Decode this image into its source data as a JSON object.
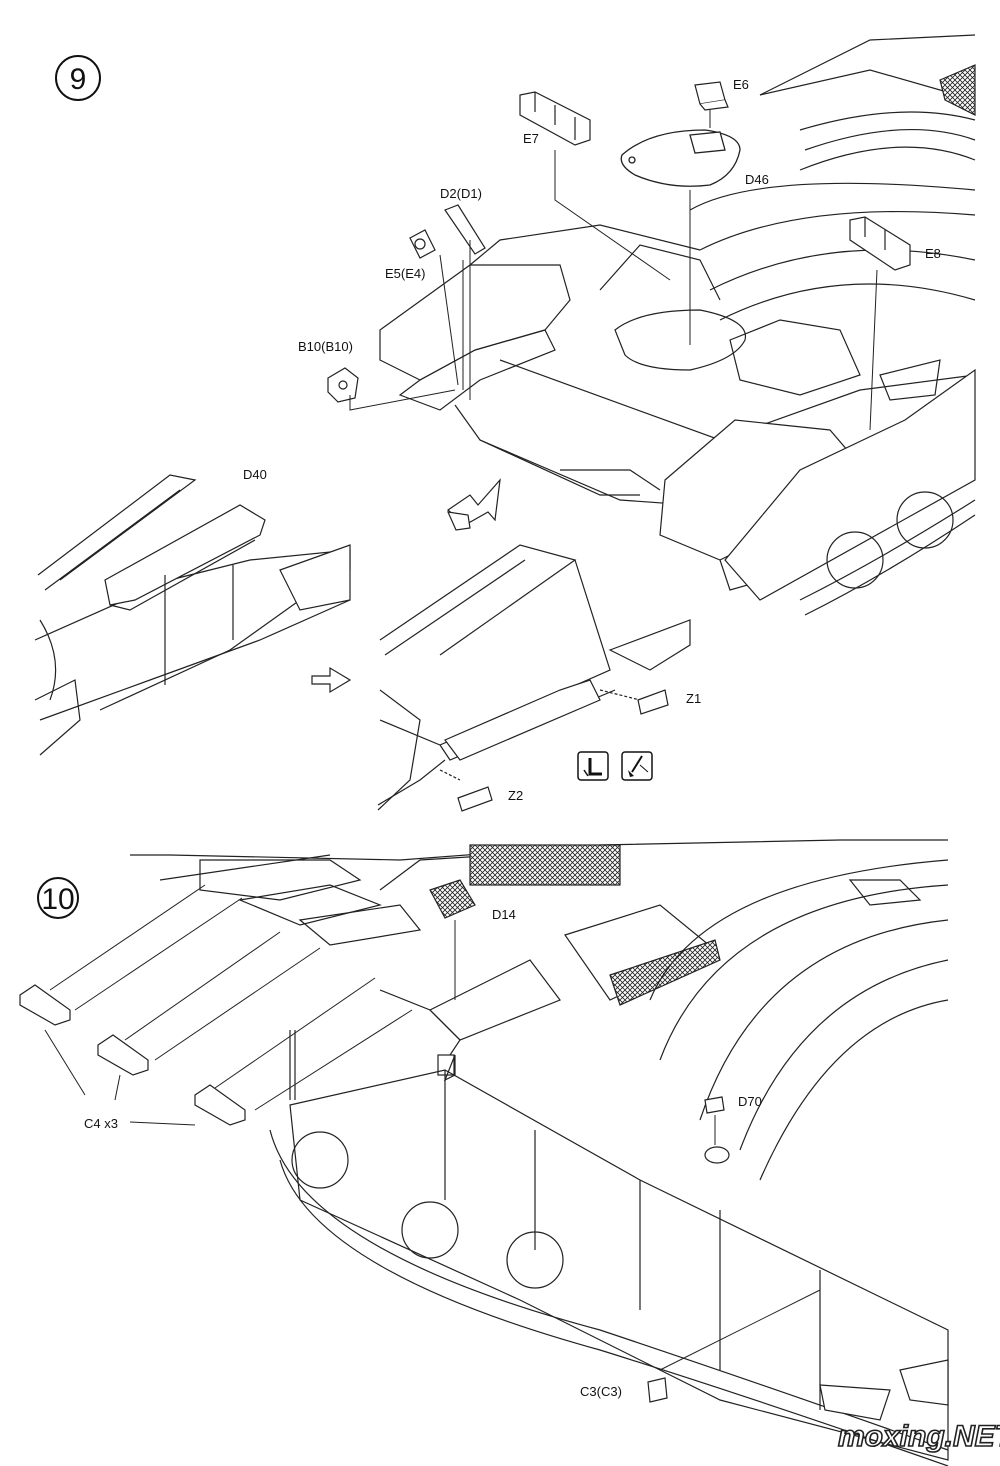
{
  "steps": {
    "step9": {
      "number": "9",
      "labels": {
        "e6": "E6",
        "e7": "E7",
        "d46": "D46",
        "d2": "D2(D1)",
        "e5": "E5(E4)",
        "e8": "E8",
        "b10": "B10(B10)",
        "d40": "D40",
        "z1": "Z1",
        "z2": "Z2"
      }
    },
    "step10": {
      "number": "10",
      "labels": {
        "d14": "D14",
        "d70": "D70",
        "c4": "C4 x3",
        "c3": "C3(C3)"
      }
    }
  },
  "icons": [
    "glue-icon",
    "paint-brush-icon"
  ],
  "watermark": "moxing.NET"
}
